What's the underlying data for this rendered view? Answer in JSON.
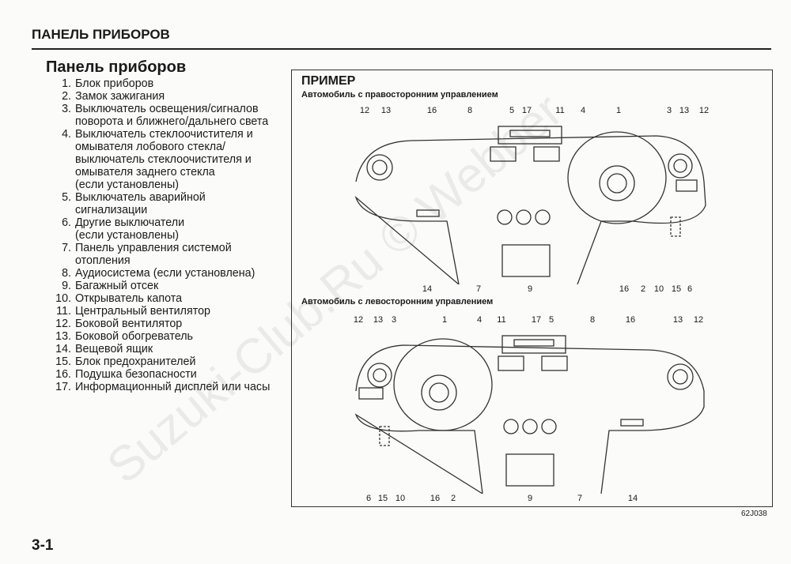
{
  "header": {
    "title": "ПАНЕЛЬ ПРИБОРОВ"
  },
  "section": {
    "title": "Панель приборов"
  },
  "items": [
    {
      "n": "1.",
      "t": "Блок приборов"
    },
    {
      "n": "2.",
      "t": "Замок зажигания"
    },
    {
      "n": "3.",
      "t": "Выключатель освещения/сигналов\nповорота и ближнего/дальнего света"
    },
    {
      "n": "4.",
      "t": "Выключатель стеклоочистителя и\nомывателя лобового стекла/\nвыключатель стеклоочистителя и\nомывателя заднего стекла\n(если установлены)"
    },
    {
      "n": "5.",
      "t": "Выключатель аварийной\nсигнализации"
    },
    {
      "n": "6.",
      "t": "Другие выключатели\n(если установлены)"
    },
    {
      "n": "7.",
      "t": "Панель управления системой\nотопления"
    },
    {
      "n": "8.",
      "t": "Аудиосистема (если установлена)"
    },
    {
      "n": "9.",
      "t": "Багажный отсек"
    },
    {
      "n": "10.",
      "t": "Открыватель капота"
    },
    {
      "n": "11.",
      "t": "Центральный вентилятор"
    },
    {
      "n": "12.",
      "t": "Боковой вентилятор"
    },
    {
      "n": "13.",
      "t": "Боковой обогреватель"
    },
    {
      "n": "14.",
      "t": "Вещевой ящик"
    },
    {
      "n": "15.",
      "t": "Блок предохранителей"
    },
    {
      "n": "16.",
      "t": "Подушка безопасности"
    },
    {
      "n": "17.",
      "t": "Информационный дисплей или часы"
    }
  ],
  "figure": {
    "example": "ПРИМЕР",
    "rhd_caption": "Автомобиль с правосторонним управлением",
    "lhd_caption": "Автомобиль с левосторонним управлением",
    "rhd_top": [
      "12",
      "13",
      "16",
      "8",
      "5",
      "17",
      "11",
      "4",
      "1",
      "3",
      "13",
      "12"
    ],
    "rhd_bottom": [
      "14",
      "7",
      "9",
      "16",
      "2",
      "10",
      "15",
      "6"
    ],
    "lhd_top": [
      "12",
      "13",
      "3",
      "1",
      "4",
      "11",
      "17",
      "5",
      "8",
      "16",
      "13",
      "12"
    ],
    "lhd_bottom": [
      "6",
      "15",
      "10",
      "16",
      "2",
      "9",
      "7",
      "14"
    ],
    "code": "62J038"
  },
  "page_number": "3-1",
  "watermark": "Suzuki-Club.Ru © Webber"
}
